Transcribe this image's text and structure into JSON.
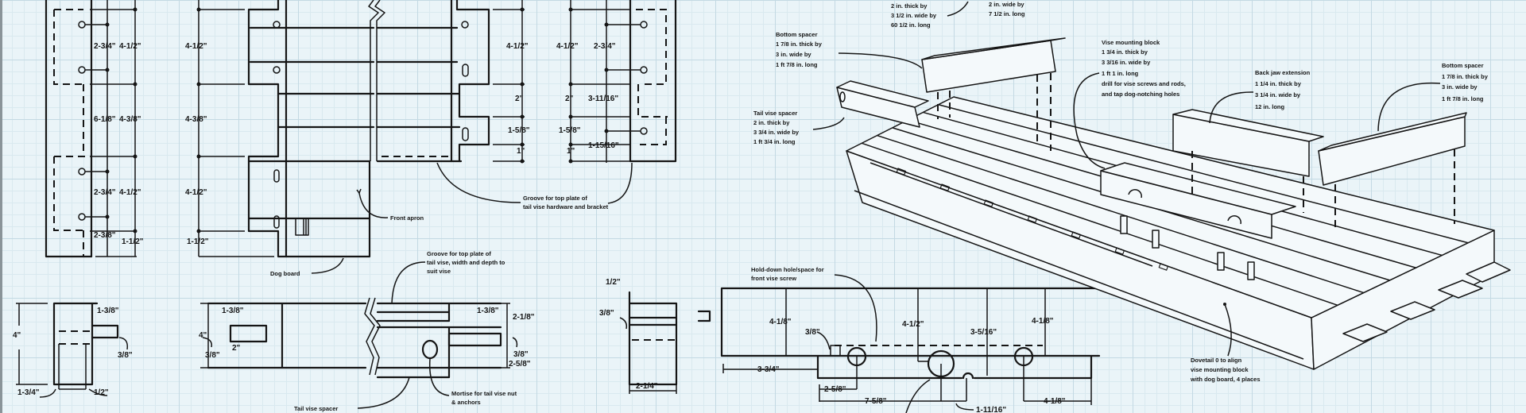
{
  "colors": {
    "background": "#eaf4f8",
    "grid_minor": "#d9e9ef",
    "grid_major": "#c3d9e3",
    "ink": "#151515"
  },
  "dims": {
    "left_end": [
      "2-3/4\"",
      "4-1/2\"",
      "6-1/8\"",
      "4-3/8\"",
      "2-3/4\"",
      "4-1/2\"",
      "2-3/8\"",
      "1-1/2\""
    ],
    "left_end_outer": [
      "4-1/2\"",
      "4-3/8\"",
      "4-1/2\"",
      "1-1/2\""
    ],
    "right_end_a": [
      "4-1/2\"",
      "2\"",
      "1-5/8\"",
      "1\""
    ],
    "right_end_b": [
      "4-1/2\"",
      "2\"",
      "1-5/8\"",
      "1\""
    ],
    "right_end_c": [
      "2-3/4\"",
      "3-11/16\"",
      "1-15/16\""
    ],
    "section1": [
      "4\"",
      "1-3/8\"",
      "3/8\"",
      "1-3/4\"",
      "1/2\""
    ],
    "section2": [
      "1-3/8\"",
      "4\"",
      "3/8\"",
      "2\"",
      "1-3/8\"",
      "2-1/8\"",
      "3/8\"",
      "2-5/8\""
    ],
    "section3": [
      "1/2\"",
      "3/8\"",
      "2-1/4\""
    ],
    "front_apron_elev": [
      "4-1/8\"",
      "3/8\"",
      "4-1/2\"",
      "3-5/16\"",
      "4-1/8\"",
      "3-3/4\"",
      "2-5/8\"",
      "7-5/8\"",
      "1-11/16\"",
      "4-1/8\""
    ]
  },
  "notes": {
    "top_board": [
      "2 in. thick by",
      "3 1/2 in. wide by",
      "60 1/2 in. long"
    ],
    "top_right": [
      "2 in. wide by",
      "7 1/2 in. long"
    ],
    "bottom_spacer_left": [
      "Bottom spacer",
      "1 7/8 in. thick by",
      "3 in. wide by",
      "1 ft 7/8 in. long"
    ],
    "tail_vise_spacer": [
      "Tail vise spacer",
      "2 in. thick by",
      "3 3/4 in. wide by",
      "1 ft 3/4 in. long"
    ],
    "vise_mounting_block": [
      "Vise mounting block",
      "1 3/4 in. thick by",
      "3 3/16 in. wide by",
      "1 ft 1 in. long",
      "drill for vise screws and rods,",
      "and tap dog-notching holes"
    ],
    "back_jaw_extension": [
      "Back jaw extension",
      "1 1/4 in. thick by",
      "3 1/4 in. wide by",
      "12 in. long"
    ],
    "bottom_spacer_right": [
      "Bottom spacer",
      "1 7/8 in. thick by",
      "3 in. wide by",
      "1 ft 7/8 in. long"
    ],
    "dovetail": [
      "Dovetail 0 to align",
      "vise mounting block",
      "with dog board, 4 places"
    ],
    "front_apron": "Front apron",
    "dog_board": "Dog board",
    "groove_top_plate": [
      "Groove for top plate of",
      "tail vise hardware and bracket"
    ],
    "groove_section": [
      "Groove for top plate of",
      "tail vise, width and depth to",
      "suit vise"
    ],
    "tail_vise_spacer_section": "Tail vise spacer",
    "mortise": [
      "Mortise for tail vise nut",
      "& anchors"
    ],
    "hold_down": [
      "Hold-down hole/space for",
      "front vise screw"
    ]
  }
}
